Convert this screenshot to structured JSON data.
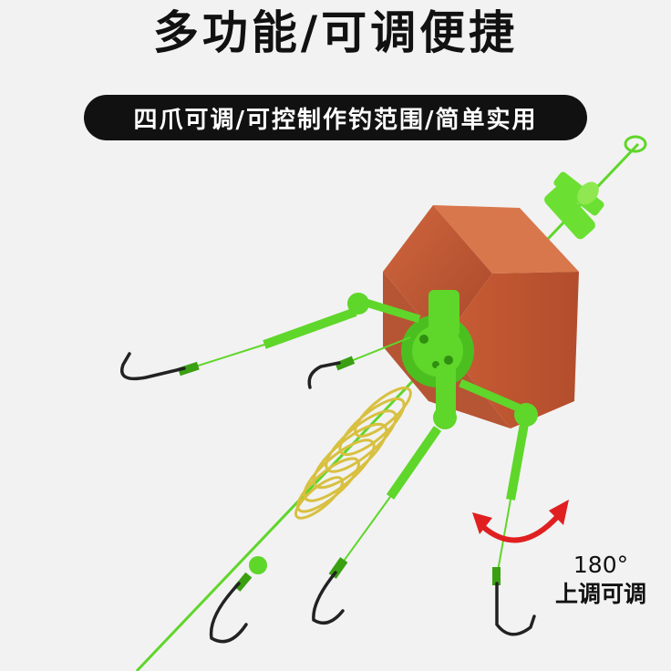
{
  "title": "多功能/可调便捷",
  "subtitle": "四爪可调/可控制作钓范围/简单实用",
  "rotation": {
    "angle": "180°",
    "label": "上调可调"
  },
  "colors": {
    "background": "#f2f2f2",
    "rig_green": "#5fd62a",
    "bait_block": "#c8643c",
    "spring": "#d8c040",
    "arrow_red": "#e02020",
    "hook": "#222222"
  },
  "icons": [
    "bait-block-icon",
    "feeder-spring-icon",
    "hook-icon",
    "rotate-arrow-icon",
    "float-icon"
  ]
}
